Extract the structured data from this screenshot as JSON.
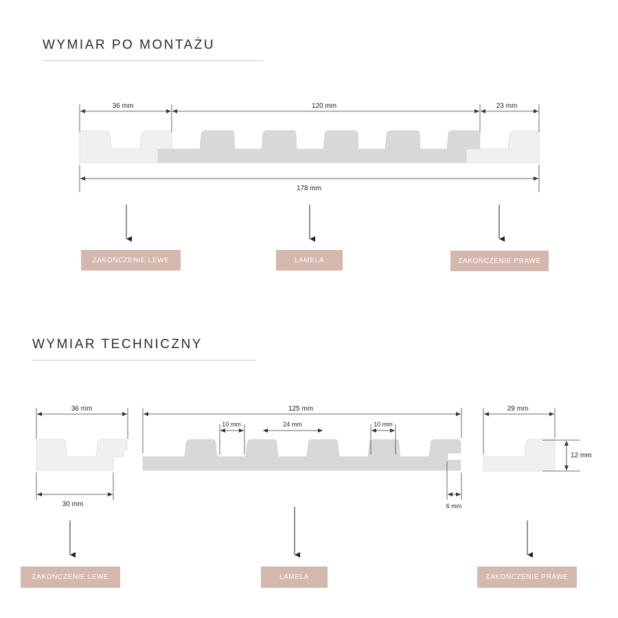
{
  "sections": {
    "mounted": {
      "title": "WYMIAR PO MONTAŻU",
      "dims": {
        "left_width": "36 mm",
        "middle_width": "120 mm",
        "right_width": "23 mm",
        "total_width": "178 mm"
      },
      "labels": {
        "left": "ZAKOŃCZENIE LEWE",
        "middle": "LAMELA",
        "right": "ZAKOŃCZENIE PRAWE"
      }
    },
    "technical": {
      "title": "WYMIAR TECHNICZNY",
      "dims": {
        "left_width": "36 mm",
        "left_base": "30 mm",
        "middle_width": "125 mm",
        "groove_left": "10 mm",
        "rib_width": "24 mm",
        "groove_right": "10 mm",
        "tongue": "6 mm",
        "right_width": "29 mm",
        "right_height": "12 mm"
      },
      "labels": {
        "left": "ZAKOŃCZENIE LEWE",
        "middle": "LAMELA",
        "right": "ZAKOŃCZENIE PRAWE"
      }
    }
  },
  "colors": {
    "end_piece_fill": "#f2f0ee",
    "lamela_fill": "#d8d8d8",
    "label_fill": "#d4b8ad",
    "dimension_line": "#333333"
  }
}
